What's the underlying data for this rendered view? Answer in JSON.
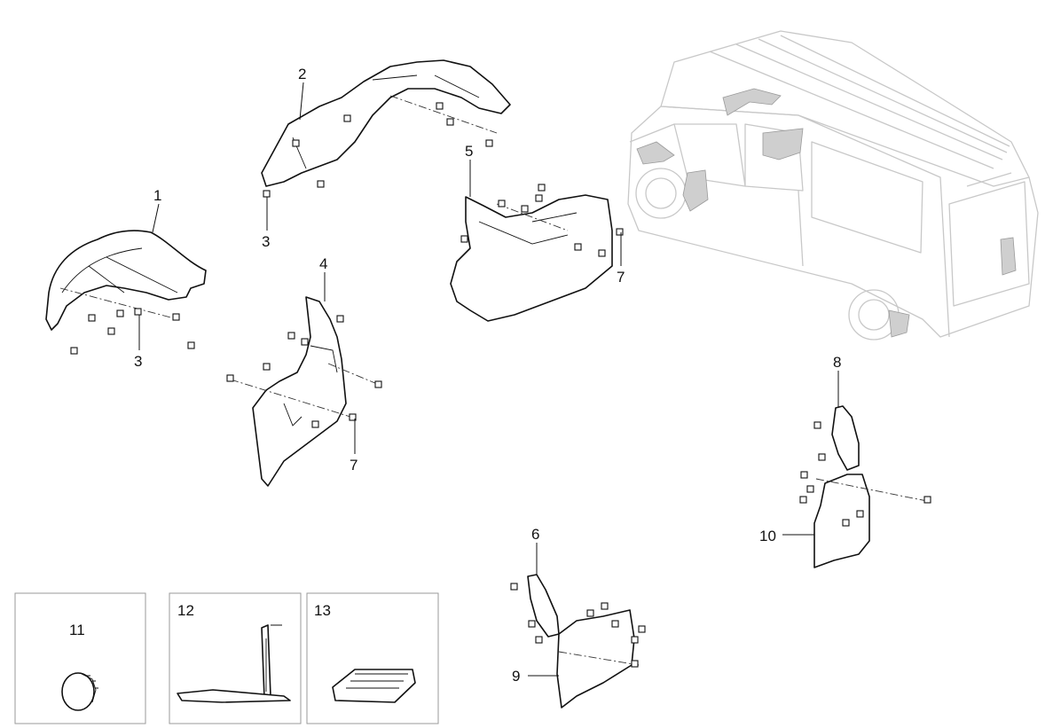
{
  "callouts": {
    "c1": "1",
    "c2": "2",
    "c3a": "3",
    "c3b": "3",
    "c4": "4",
    "c5": "5",
    "c6": "6",
    "c7a": "7",
    "c7b": "7",
    "c8": "8",
    "c9": "9",
    "c10": "10",
    "c11": "11",
    "c12": "12",
    "c13": "13"
  }
}
